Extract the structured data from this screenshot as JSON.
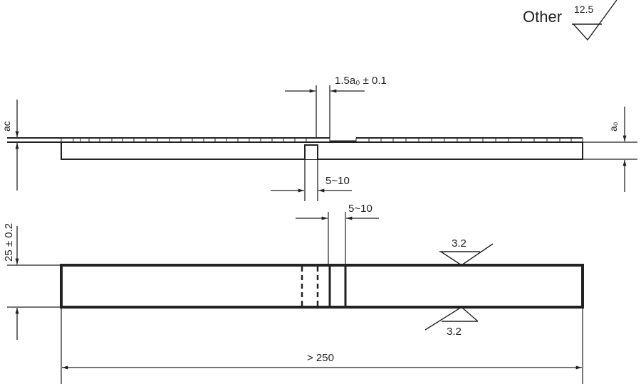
{
  "roughness_note": {
    "label": "Other",
    "value": "12.5"
  },
  "side_view": {
    "slot_width": "1.5a₀ ± 0.1",
    "notch_width": "5~10",
    "left_thickness": "aᴄ",
    "right_thickness": "a₀"
  },
  "top_view": {
    "width": "25 ± 0.2",
    "slot_width": "5~10",
    "length": "> 250",
    "roughness_top": "3.2",
    "roughness_bottom": "3.2"
  },
  "colors": {
    "line": "#222222",
    "background": "#ffffff"
  }
}
